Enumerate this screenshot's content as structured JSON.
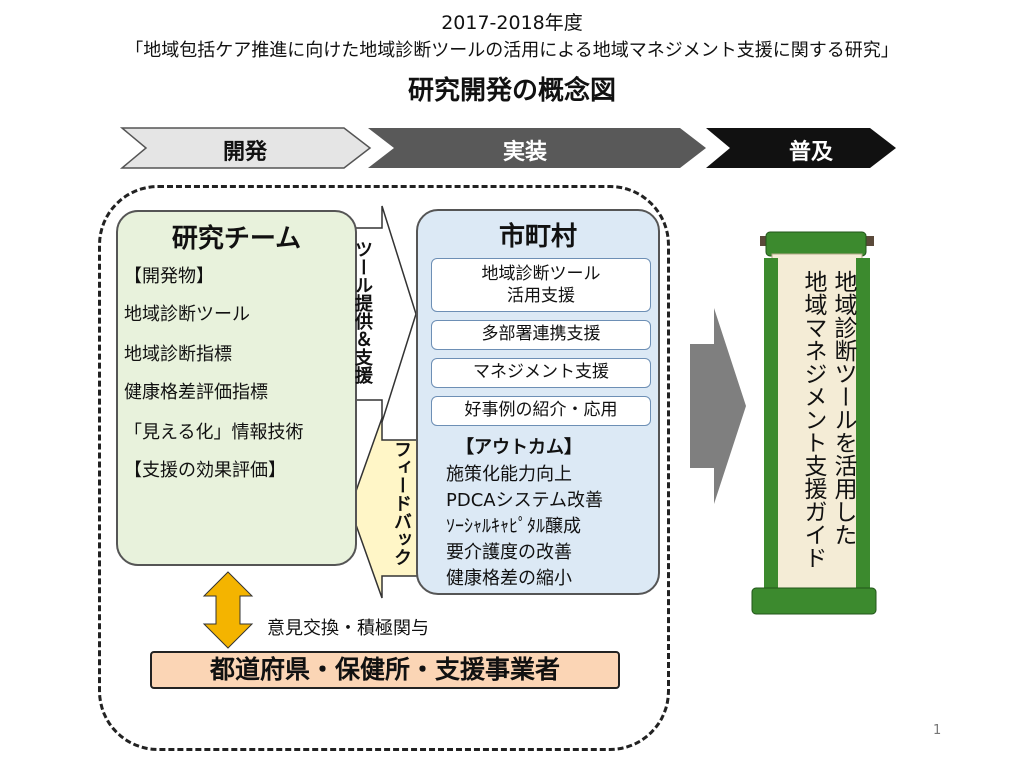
{
  "header": {
    "year": "2017-2018年度",
    "project": "「地域包括ケア推進に向けた地域診断ツールの活用による地域マネジメント支援に関する研究」",
    "title": "研究開発の概念図"
  },
  "phases": [
    {
      "label": "開発",
      "color": "#e5e5e5"
    },
    {
      "label": "実装",
      "color": "#595959"
    },
    {
      "label": "普及",
      "color": "#111111"
    }
  ],
  "research_team": {
    "title": "研究チーム",
    "items": [
      "【開発物】",
      "地域診断ツール",
      "地域診断指標",
      "健康格差評価指標",
      "「見える化」情報技術",
      "【支援の効果評価】"
    ]
  },
  "arrows": {
    "tool_support": [
      "ツール提供",
      "＆支援"
    ],
    "feedback": "フィードバック"
  },
  "municipality": {
    "title": "市町村",
    "services": [
      [
        "地域診断ツール",
        "活用支援"
      ],
      [
        "多部署連携支援"
      ],
      [
        "マネジメント支援"
      ],
      [
        "好事例の紹介・応用"
      ]
    ],
    "outcome_title": "【アウトカム】",
    "outcomes": [
      "施策化能力向上",
      "PDCAシステム改善",
      "ｿｰｼｬﾙｷｬﾋﾟﾀﾙ醸成",
      "要介護度の改善",
      "健康格差の縮小"
    ]
  },
  "exchange_label": "意見交換・積極関与",
  "prefecture_box": "都道府県・保健所・支援事業者",
  "scroll": {
    "lines": [
      "地域診断ツールを活用した",
      "地域マネジメント支援ガイド"
    ]
  },
  "page_number": "1",
  "colors": {
    "team_bg": "#e8f2dc",
    "city_bg": "#dce9f5",
    "pref_bg": "#fbd5b5",
    "double_arrow": "#f4b400",
    "scroll_green": "#3c8a2e",
    "scroll_paper": "#f4ecd6"
  }
}
